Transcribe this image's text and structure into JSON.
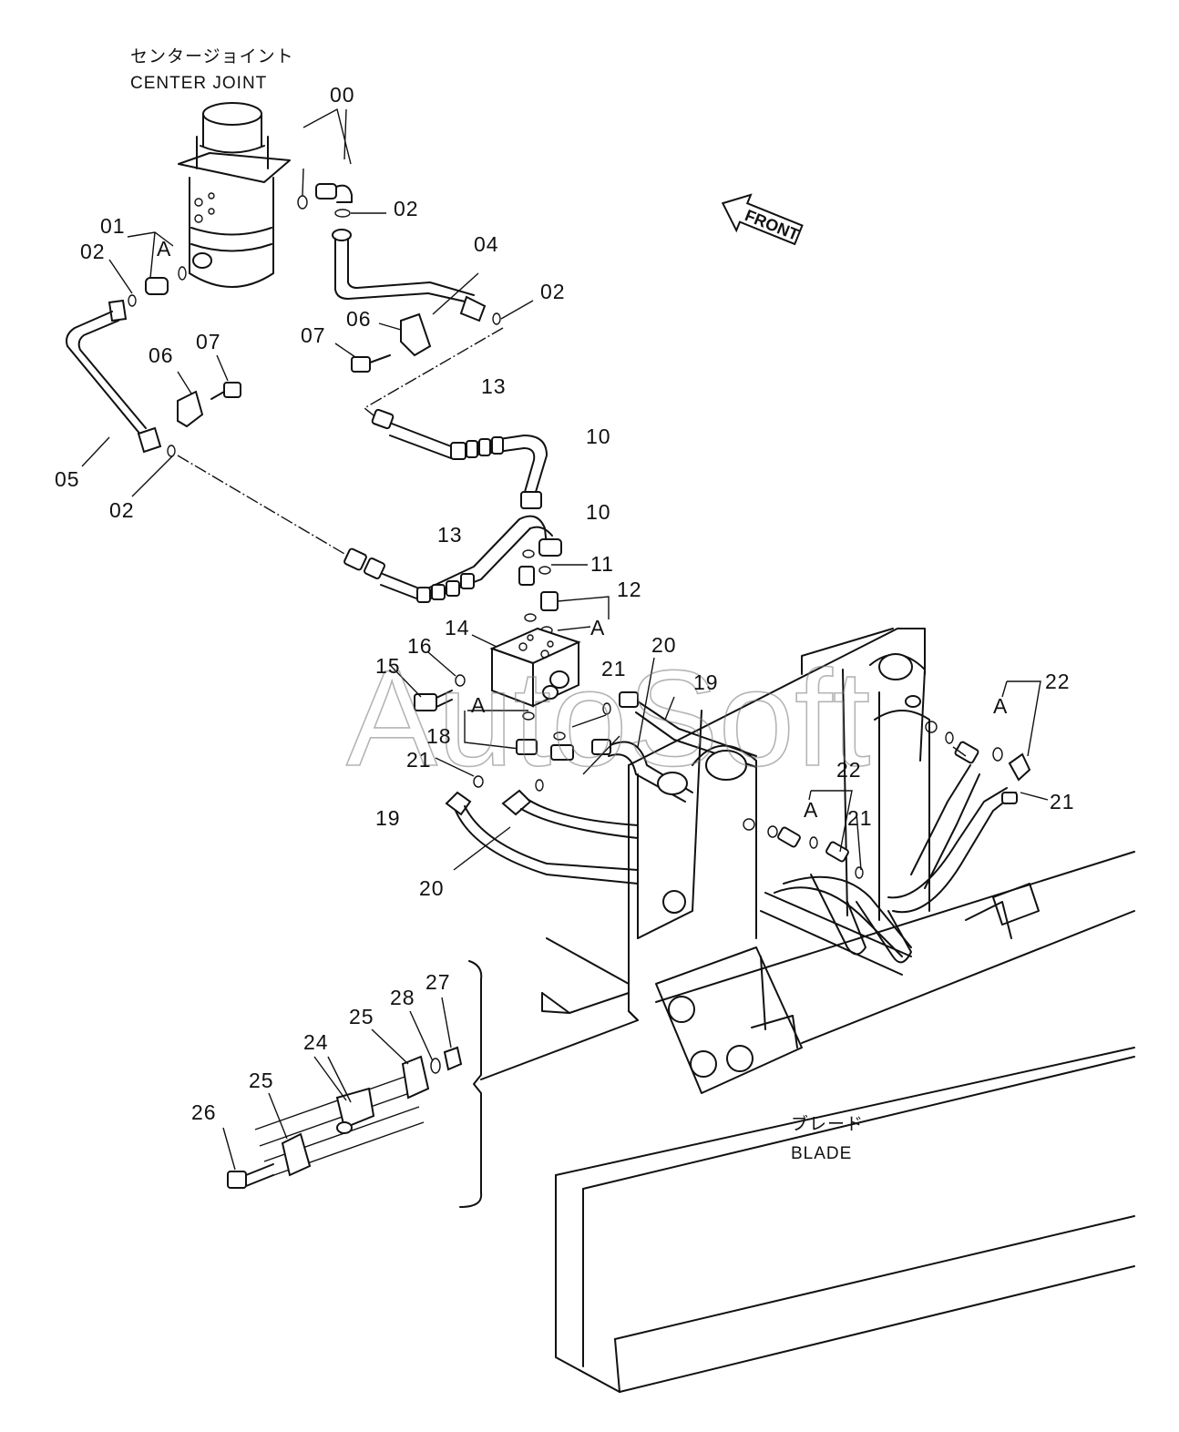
{
  "titles": {
    "center_joint_jp": "センタージョイント",
    "center_joint_en": "CENTER JOINT",
    "blade_jp": "ブレード",
    "blade_en": "BLADE",
    "front": "FRONT",
    "watermark": "AutoSoft"
  },
  "part_labels": [
    "00",
    "02",
    "01",
    "A",
    "02",
    "04",
    "02",
    "06",
    "07",
    "06",
    "07",
    "05",
    "02",
    "13",
    "10",
    "10",
    "13",
    "11",
    "12",
    "A",
    "14",
    "16",
    "15",
    "20",
    "21",
    "19",
    "A",
    "18",
    "21",
    "19",
    "20",
    "22",
    "A",
    "21",
    "22",
    "A",
    "21",
    "27",
    "28",
    "25",
    "24",
    "25",
    "26"
  ]
}
